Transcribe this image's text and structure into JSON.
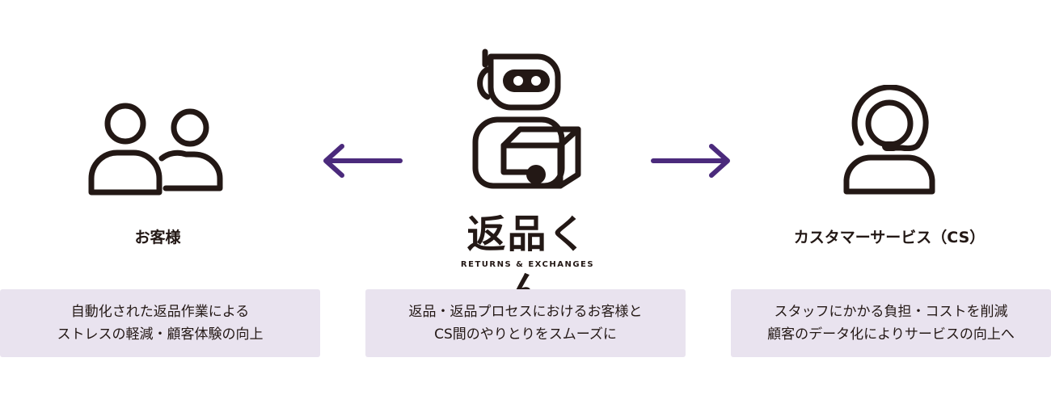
{
  "customers": {
    "icon": "two-people-icon",
    "label": "お客様",
    "benefits": [
      "自動化された返品作業による",
      "ストレスの軽減・顧客体験の向上"
    ]
  },
  "product": {
    "icon": "robot-carrying-box-icon",
    "logo_text": "返品くん",
    "logo_subtext": "RETURNS & EXCHANGES",
    "benefits": [
      "返品・返品プロセスにおけるお客様と",
      "CS間のやりとりをスムーズに"
    ]
  },
  "customer_service": {
    "icon": "headset-operator-icon",
    "label": "カスタマーサービス（CS）",
    "benefits": [
      "スタッフにかかる負担・コストを削減",
      "顧客のデータ化によりサービスの向上へ"
    ]
  },
  "arrows": [
    "arrow-left-icon",
    "arrow-right-icon"
  ],
  "colors": {
    "text": "#231815",
    "arrow": "#4b2a7c",
    "box_background": "#e9e3ef"
  }
}
